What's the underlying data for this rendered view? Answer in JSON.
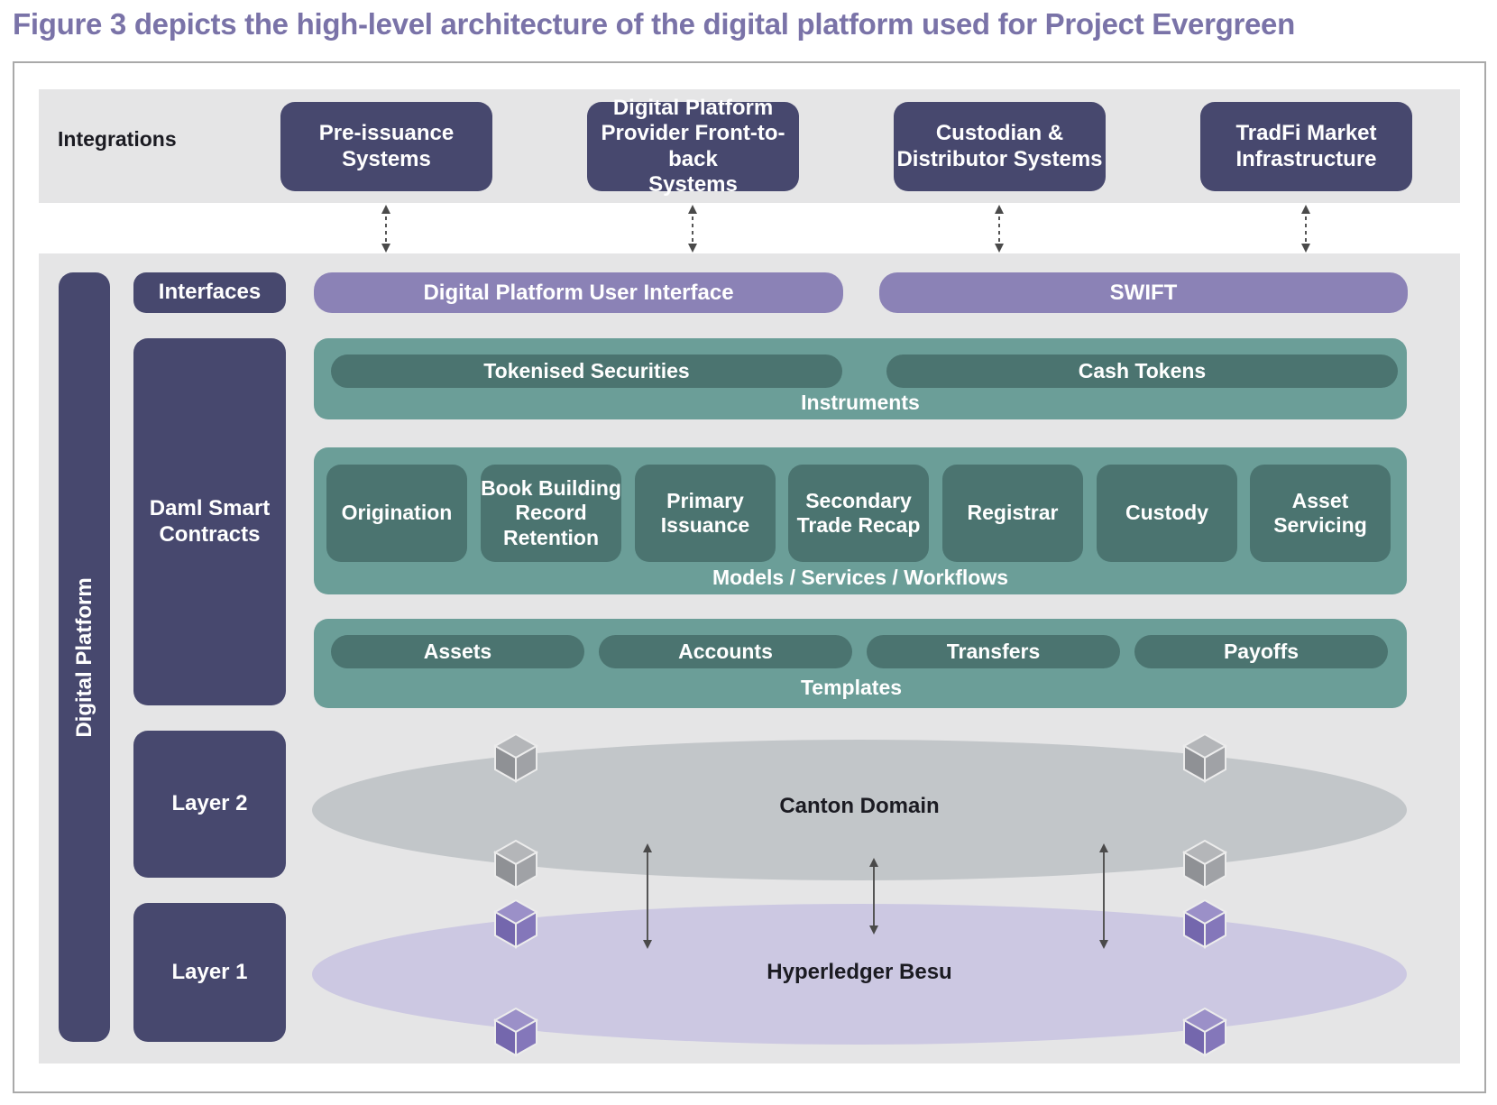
{
  "caption": "Figure 3 depicts the high-level architecture of the digital platform used for Project Evergreen",
  "integrations": {
    "label": "Integrations",
    "systems": [
      [
        "Pre-issuance",
        "Systems"
      ],
      [
        "Digital Platform",
        "Provider Front-to-back",
        "Systems"
      ],
      [
        "Custodian &",
        "Distributor Systems"
      ],
      [
        "TradFi Market",
        "Infrastructure"
      ]
    ]
  },
  "platform": {
    "label": "Digital Platform",
    "interfaces": {
      "label": "Interfaces",
      "items": [
        "Digital Platform User Interface",
        "SWIFT"
      ]
    },
    "daml": {
      "label": [
        "Daml Smart",
        "Contracts"
      ],
      "instruments": {
        "label": "Instruments",
        "items": [
          "Tokenised Securities",
          "Cash Tokens"
        ]
      },
      "models": {
        "label": "Models / Services / Workflows",
        "items": [
          [
            "Origination"
          ],
          [
            "Book Building",
            "Record",
            "Retention"
          ],
          [
            "Primary",
            "Issuance"
          ],
          [
            "Secondary",
            "Trade Recap"
          ],
          [
            "Registrar"
          ],
          [
            "Custody"
          ],
          [
            "Asset",
            "Servicing"
          ]
        ]
      },
      "templates": {
        "label": "Templates",
        "items": [
          "Assets",
          "Accounts",
          "Transfers",
          "Payoffs"
        ]
      }
    },
    "layer2": {
      "label": "Layer 2",
      "domain": "Canton Domain"
    },
    "layer1": {
      "label": "Layer 1",
      "network": "Hyperledger Besu"
    }
  },
  "colors": {
    "caption": "#7a73a8",
    "navy": "#47486e",
    "interface_pill": "#8b82b6",
    "teal": "#6b9e98",
    "dark_teal": "#4b7470",
    "band": "#e5e5e6",
    "canton_ellipse": "#c2c6c9",
    "besu_ellipse": "#ccc8e2",
    "grey_cube": "#9a9ca0",
    "purple_cube": "#8578b8"
  }
}
